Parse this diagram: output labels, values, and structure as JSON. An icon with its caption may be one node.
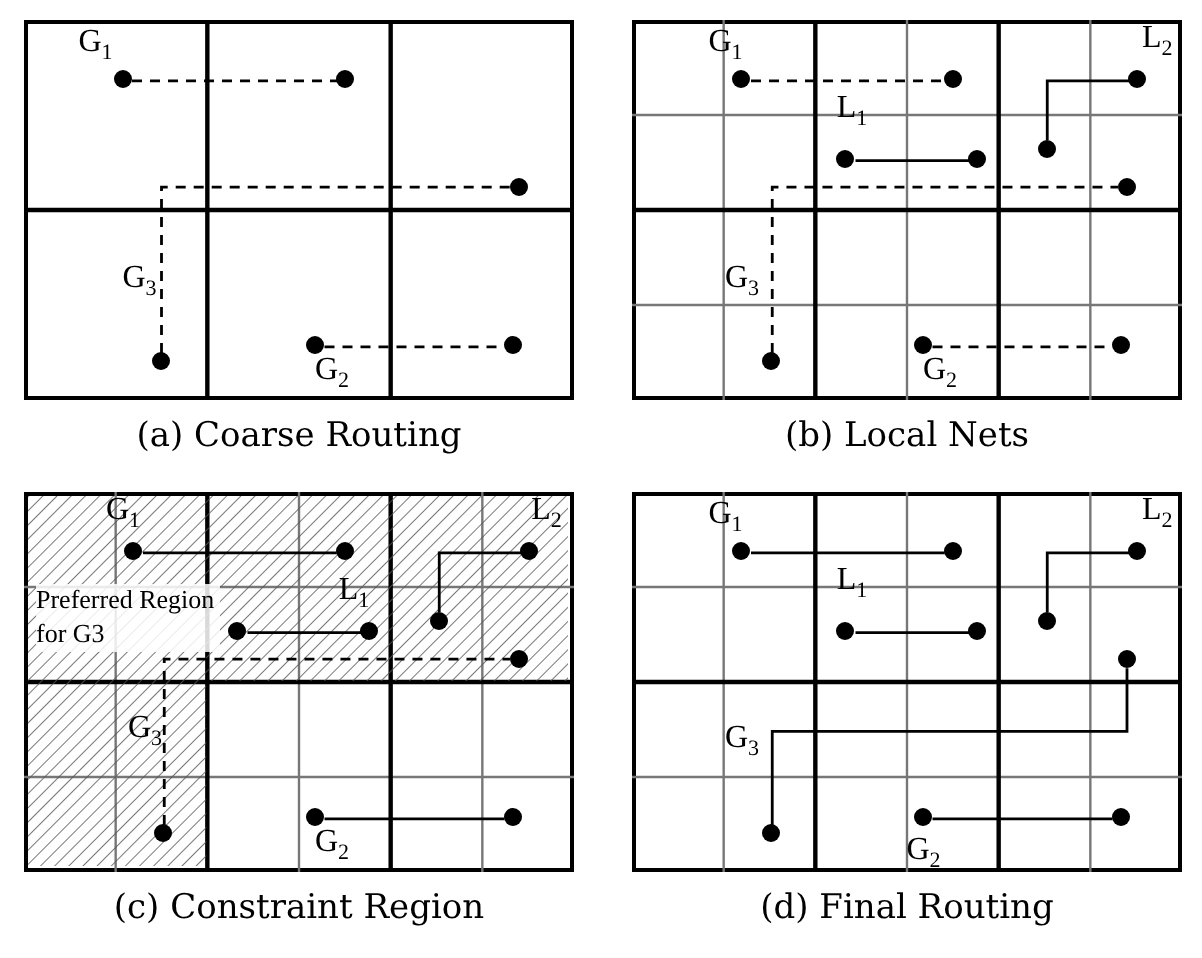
{
  "diagram": {
    "nodes": [
      {
        "text": [],
        "shape": "box",
        "beside": [
          "(a) Coarse Routing"
        ]
      },
      {
        "text": [],
        "shape": "circle",
        "in": 0
      },
      {
        "text": [],
        "shape": "circle",
        "in": 0
      },
      {
        "text": [],
        "shape": "circle",
        "in": 0
      },
      {
        "text": [],
        "shape": "circle",
        "in": 0
      },
      {
        "text": [],
        "shape": "circle",
        "in": 0
      },
      {
        "text": [],
        "shape": "circle",
        "in": 0
      },
      {
        "text": [],
        "shape": "box",
        "beside": [
          "(b) Local Nets"
        ]
      },
      {
        "text": [],
        "shape": "circle",
        "in": 7
      },
      {
        "text": [],
        "shape": "circle",
        "in": 7
      },
      {
        "text": [],
        "shape": "circle",
        "in": 7
      },
      {
        "text": [],
        "shape": "circle",
        "in": 7
      },
      {
        "text": [],
        "shape": "circle",
        "in": 7
      },
      {
        "text": [],
        "shape": "circle",
        "in": 7
      },
      {
        "text": [],
        "shape": "circle",
        "in": 7
      },
      {
        "text": [],
        "shape": "circle",
        "in": 7
      },
      {
        "text": [],
        "shape": "circle",
        "in": 7
      },
      {
        "text": [],
        "shape": "circle",
        "in": 7
      },
      {
        "text": [],
        "shape": "box",
        "beside": [
          "(c) Constraint Region"
        ]
      },
      {
        "text": [
          "Preferred Region for G3"
        ],
        "in": 18
      },
      {
        "text": [],
        "shape": "circle",
        "in": 19
      },
      {
        "text": [],
        "shape": "circle",
        "in": 19
      },
      {
        "text": [],
        "shape": "circle",
        "in": 19
      },
      {
        "text": [],
        "shape": "circle",
        "in": 19
      },
      {
        "text": [],
        "shape": "circle",
        "in": 19
      },
      {
        "text": [],
        "shape": "circle",
        "in": 19
      },
      {
        "text": [],
        "shape": "circle",
        "in": 19
      },
      {
        "text": [],
        "shape": "circle",
        "in": 18
      },
      {
        "text": [],
        "shape": "circle",
        "in": 18
      },
      {
        "text": [],
        "shape": "circle",
        "in": 19
      },
      {
        "text": [],
        "shape": "box",
        "beside": [
          "(d) Final Routing"
        ]
      },
      {
        "text": [],
        "shape": "circle",
        "in": 30
      },
      {
        "text": [],
        "shape": "circle",
        "in": 30
      },
      {
        "text": [],
        "shape": "circle",
        "in": 30
      },
      {
        "text": [],
        "shape": "circle",
        "in": 30
      },
      {
        "text": [],
        "shape": "circle",
        "in": 30
      },
      {
        "text": [],
        "shape": "circle",
        "in": 30
      },
      {
        "text": [],
        "shape": "circle",
        "in": 30
      },
      {
        "text": [],
        "shape": "circle",
        "in": 30
      },
      {
        "text": [],
        "shape": "circle",
        "in": 30
      },
      {
        "text": [],
        "shape": "circle",
        "in": 30
      }
    ],
    "edges": [
      {
        "from": 1,
        "to": 2,
        "arrow": "none",
        "style": "dashed"
      },
      {
        "from": 6,
        "to": 3,
        "arrow": "none",
        "style": "dashed"
      },
      {
        "from": 4,
        "to": 5,
        "arrow": "none",
        "style": "dashed"
      },
      {
        "from": 8,
        "to": 9,
        "arrow": "none",
        "style": "dashed"
      },
      {
        "from": 11,
        "to": 12,
        "arrow": "none"
      },
      {
        "from": 13,
        "to": 10,
        "arrow": "none"
      },
      {
        "from": 17,
        "to": 14,
        "arrow": "none",
        "style": "dashed"
      },
      {
        "from": 15,
        "to": 16,
        "arrow": "none",
        "style": "dashed"
      },
      {
        "from": 20,
        "to": 21,
        "arrow": "none"
      },
      {
        "from": 23,
        "to": 24,
        "arrow": "none"
      },
      {
        "from": 25,
        "to": 22,
        "arrow": "none"
      },
      {
        "from": 29,
        "to": 26,
        "arrow": "none",
        "style": "dashed"
      },
      {
        "from": 27,
        "to": 28,
        "arrow": "none"
      },
      {
        "from": 31,
        "to": 32,
        "arrow": "none"
      },
      {
        "from": 34,
        "to": 35,
        "arrow": "none"
      },
      {
        "from": 36,
        "to": 33,
        "arrow": "none"
      },
      {
        "from": 40,
        "to": 37,
        "arrow": "none"
      },
      {
        "from": 38,
        "to": 39,
        "arrow": "none"
      }
    ],
    "labels": [
      "G$_{1}$",
      "G$_{3}$",
      "G$_{2}$",
      "G$_{1}$",
      "L$_{2}$",
      "L$_{1}$",
      "G$_{3}$",
      "G$_{2}$",
      "G$_{1}$",
      "L$_{2}$",
      "L$_{1}$",
      "G$_{3}$",
      "G$_{2}$",
      "G$_{1}$",
      "L$_{2}$",
      "L$_{1}$",
      "G$_{3}$",
      "G$_{2}$"
    ]
  }
}
